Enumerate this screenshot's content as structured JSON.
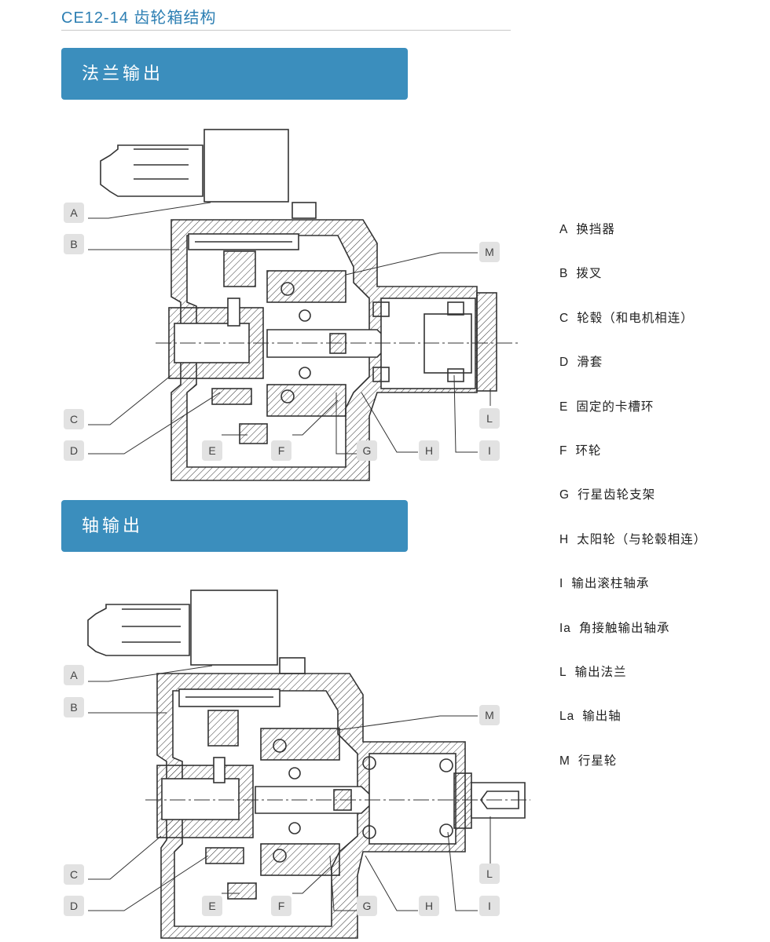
{
  "title": "CE12-14 齿轮箱结构",
  "sections": [
    {
      "label": "法兰输出"
    },
    {
      "label": "轴输出"
    }
  ],
  "callout_letters": [
    "A",
    "B",
    "C",
    "D",
    "E",
    "F",
    "G",
    "H",
    "I",
    "L",
    "M"
  ],
  "legend": [
    {
      "code": "A",
      "text": "换挡器"
    },
    {
      "code": "B",
      "text": "拨叉"
    },
    {
      "code": "C",
      "text": "轮毂（和电机相连）"
    },
    {
      "code": "D",
      "text": "滑套"
    },
    {
      "code": "E",
      "text": "固定的卡槽环"
    },
    {
      "code": "F",
      "text": "环轮"
    },
    {
      "code": "G",
      "text": "行星齿轮支架"
    },
    {
      "code": "H",
      "text": "太阳轮（与轮毂相连）"
    },
    {
      "code": "I",
      "text": "输出滚柱轴承"
    },
    {
      "code": "Ia",
      "text": "角接触输出轴承"
    },
    {
      "code": "L",
      "text": "输出法兰"
    },
    {
      "code": "La",
      "text": "输出轴"
    },
    {
      "code": "M",
      "text": "行星轮"
    }
  ],
  "colors": {
    "accent": "#3b8ebd",
    "title": "#2d7fb3",
    "tag_bg": "#e2e2e2",
    "line": "#333333"
  }
}
